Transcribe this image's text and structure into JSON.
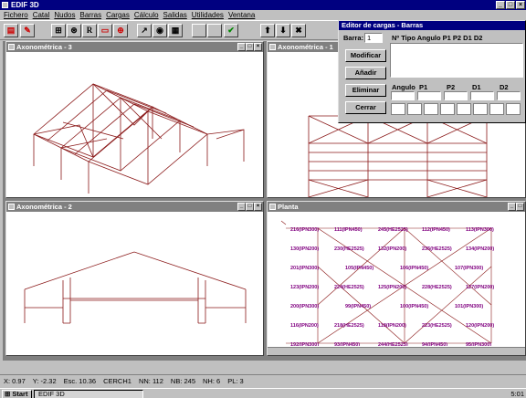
{
  "app": {
    "title": "EDIF 3D"
  },
  "menu": [
    "Fichero",
    "Catal",
    "Nudos",
    "Barras",
    "Cargas",
    "Cálculo",
    "Salidas",
    "Utilidades",
    "Ventana"
  ],
  "toolbar": {
    "r_label": "R"
  },
  "windows": {
    "axo3": {
      "title": "Axonométrica - 3"
    },
    "axo1": {
      "title": "Axonométrica - 1"
    },
    "axo2": {
      "title": "Axonométrica - 2"
    },
    "planta": {
      "title": "Planta"
    }
  },
  "dialog": {
    "title": "Editor de cargas - Barras",
    "barra_label": "Barra:",
    "barra_value": "1",
    "list_header": "Nº  Tipo Angulo  P1     P2     D1     D2",
    "buttons": {
      "modificar": "Modificar",
      "anadir": "Añadir",
      "eliminar": "Eliminar",
      "cerrar": "Cerrar"
    },
    "fields": [
      "Angulo",
      "P1",
      "P2",
      "D1",
      "D2"
    ]
  },
  "plan_labels": [
    {
      "row": 0,
      "items": [
        "216(IPN300)",
        "111(IPN450)",
        "245(HE2525)",
        "112(IPN450)",
        "113(IPN300)"
      ]
    },
    {
      "row": 1,
      "items": [
        "130(IPN200)",
        "230(HE2525)",
        "132(IPN200)",
        "235(HE2525)",
        "134(IPN200)"
      ]
    },
    {
      "row": 2,
      "items": [
        "201(IPN300)",
        "105(IPN450)",
        "106(IPN450)",
        "107(IPN300)"
      ]
    },
    {
      "row": 3,
      "items": [
        "123(IPN200)",
        "224(HE2525)",
        "125(IPN200)",
        "228(HE2525)",
        "127(IPN200)"
      ]
    },
    {
      "row": 4,
      "items": [
        "200(IPN300)",
        "99(IPN450)",
        "100(IPN450)",
        "101(IPN300)"
      ]
    },
    {
      "row": 5,
      "items": [
        "116(IPN200)",
        "218(HE2525)",
        "118(IPN200)",
        "223(HE2525)",
        "120(IPN200)"
      ]
    },
    {
      "row": 6,
      "items": [
        "192(IPN300)",
        "93(IPN450)",
        "244(HE2525)",
        "94(IPN450)",
        "95(IPN300)"
      ]
    }
  ],
  "status": {
    "x": "X: 0.97",
    "y": "Y: -2.32",
    "esc": "Esc. 10.36",
    "file": "CERCH1",
    "nn": "NN: 112",
    "nb": "NB: 245",
    "nh": "NH: 6",
    "pl": "PL: 3"
  },
  "taskbar": {
    "start": "Start",
    "task": "EDIF 3D",
    "clock": "5:01"
  },
  "colors": {
    "structure": "#8b1a1a",
    "plan_label": "#800080",
    "title_active": "#000080"
  }
}
